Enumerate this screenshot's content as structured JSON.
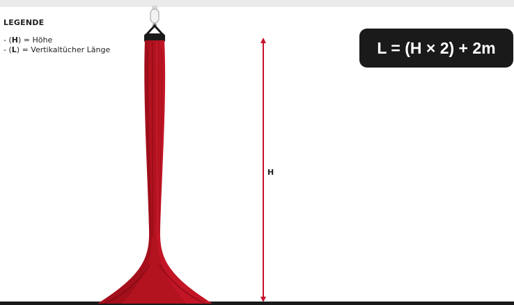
{
  "legend": {
    "title": "LEGENDE",
    "items": [
      {
        "prefix": "- (",
        "key": "H",
        "suffix": ") = Höhe"
      },
      {
        "prefix": "- (",
        "key": "L",
        "suffix": ") = Vertikaltücher Länge"
      }
    ]
  },
  "formula": "L = (H × 2) + 2m",
  "dimension": {
    "label": "H"
  },
  "colors": {
    "fabric": "#b3121f",
    "fabric_dark": "#7a0a13",
    "dimension_line": "#c8102e",
    "formula_bg": "#1a1a1a",
    "ceiling": "#ebebeb",
    "floor": "#1a1a1a"
  }
}
